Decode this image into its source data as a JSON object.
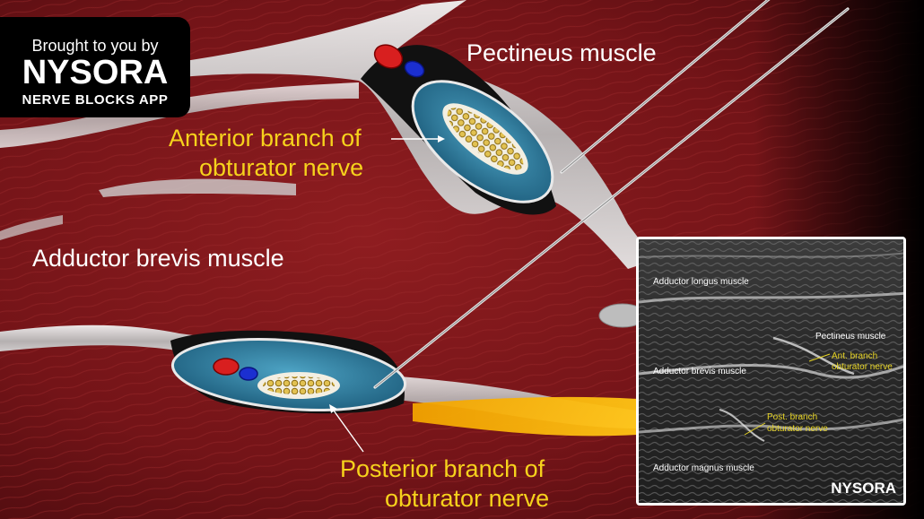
{
  "badge": {
    "line1": "Brought to you by",
    "line2": "NYSORA",
    "line3": "NERVE BLOCKS APP"
  },
  "labels": {
    "pectineus": "Pectineus muscle",
    "anterior_line1": "Anterior branch of",
    "anterior_line2": "obturator nerve",
    "adductor_brevis": "Adductor brevis muscle",
    "posterior_line1": "Posterior branch of",
    "posterior_line2": "obturator nerve"
  },
  "ultrasound": {
    "adductor_longus": "Adductor longus muscle",
    "pectineus": "Pectineus muscle",
    "ant_line1": "Ant. branch",
    "ant_line2": "obturator nerve",
    "adductor_brevis": "Adductor brevis muscle",
    "post_line1": "Post. branch",
    "post_line2": "obturator nerve",
    "adductor_magnus": "Adductor magnus muscle",
    "logo": "NYSORA"
  },
  "colors": {
    "muscle": "#7a1418",
    "fascia": "#d9d9d9",
    "nerve_sheath": "#2e7fa4",
    "fascicles": "#d8b440",
    "artery": "#d21f1f",
    "vein": "#1b2fd0",
    "label_yellow": "#f6d21c",
    "label_white": "#ffffff"
  }
}
